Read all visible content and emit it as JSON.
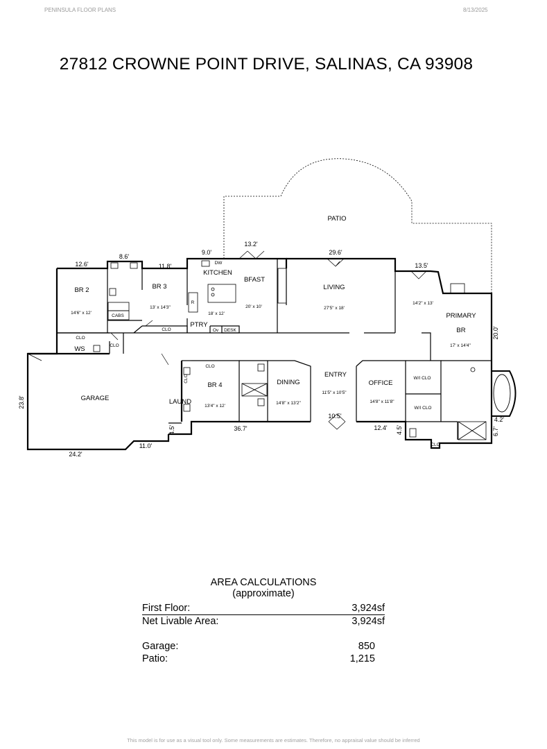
{
  "header": {
    "company": "PENINSULA FLOOR PLANS",
    "date": "8/13/2025"
  },
  "title": "27812 CROWNE POINT DRIVE, SALINAS, CA  93908",
  "rooms": {
    "patio": "PATIO",
    "br2": {
      "name": "BR 2",
      "size": "14'6\" x 12'"
    },
    "br3": {
      "name": "BR 3",
      "size": "13' x 14'3\""
    },
    "kitchen": {
      "name": "KITCHEN",
      "size": "18' x 12'"
    },
    "bfast": {
      "name": "BFAST",
      "size": "20' x 10'"
    },
    "living": {
      "name": "LIVING",
      "size": "27'5\" x 18'"
    },
    "primary_sitting_size": "14'2\" x 13'",
    "primary": {
      "name": "PRIMARY",
      "name2": "BR",
      "size": "17' x 14'4\""
    },
    "garage": "GARAGE",
    "laund": "LAUND",
    "br4": {
      "name": "BR 4",
      "size": "13'4\" x 12'"
    },
    "dining": {
      "name": "DINING",
      "size": "14'8\" x 13'2\""
    },
    "entry": {
      "name": "ENTRY",
      "size": "11'5\" x 10'5\""
    },
    "office": {
      "name": "OFFICE",
      "size": "14'8\" x 11'8\""
    },
    "wi_clo": "W/I CLO",
    "wi_clo2": "W/I CLO",
    "clo": "CLO",
    "ws": "WS",
    "cabs": "CABS",
    "ptry": "PTRY",
    "desk": "DESK",
    "dw": "DW",
    "r": "R",
    "ov": "Ov"
  },
  "dimensions": {
    "d12_6": "12.6'",
    "d8_6": "8.6'",
    "d11_8": "11.8'",
    "d9_0": "9.0'",
    "d13_2": "13.2'",
    "d29_6": "29.6'",
    "d13_5": "13.5'",
    "d20_0": "20.0'",
    "d23_8": "23.8'",
    "d24_2": "24.2'",
    "d11_0": "11.0'",
    "d4_5a": "4.5'",
    "d36_7": "36.7'",
    "d10_5": "10.5'",
    "d12_4": "12.4'",
    "d4_5b": "4.5'",
    "d4_2": "4.2'",
    "d6_7": "6.7'"
  },
  "area": {
    "title": "AREA CALCULATIONS",
    "subtitle": "(approximate)",
    "rows": [
      {
        "label": "First  Floor:",
        "value": "3,924sf"
      },
      {
        "label": "Net Livable Area:",
        "value": "3,924sf"
      },
      {
        "label": "Garage:",
        "value": "850"
      },
      {
        "label": "Patio:",
        "value": "1,215"
      }
    ]
  },
  "footer": "This model is for use as a visual tool only. Some measurements are estimates. Therefore, no appraisal value should be inferred"
}
